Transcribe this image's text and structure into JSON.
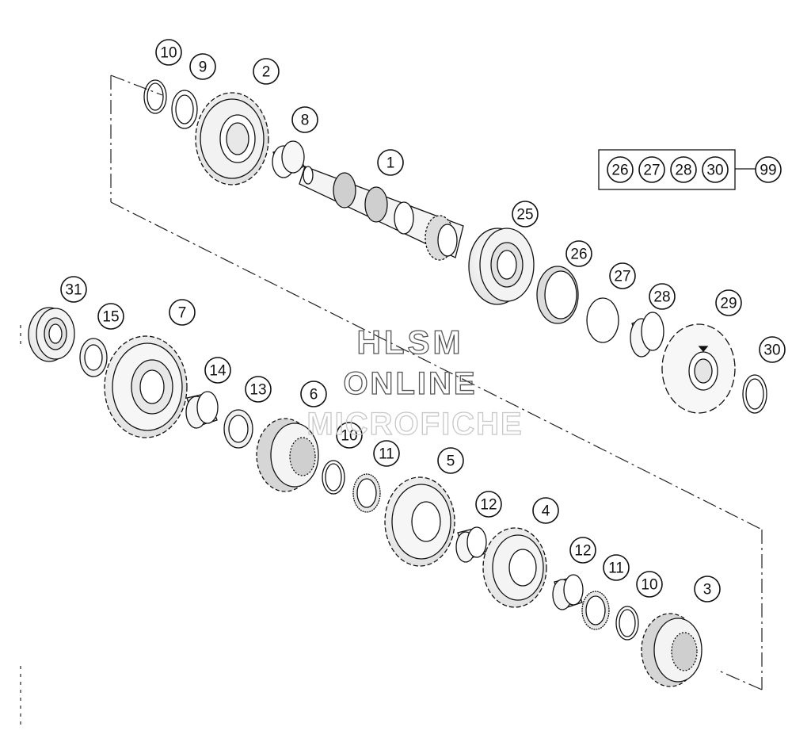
{
  "diagram": {
    "callouts": [
      "1",
      "2",
      "3",
      "4",
      "5",
      "6",
      "7",
      "8",
      "9",
      "10",
      "11",
      "12",
      "13",
      "14",
      "15",
      "25",
      "26",
      "27",
      "28",
      "29",
      "30",
      "31",
      "99"
    ],
    "kit": {
      "items": [
        "26",
        "27",
        "28",
        "30"
      ],
      "kit_number": "99"
    }
  },
  "watermark": {
    "line1": "HLSM",
    "line2": "ONLINE",
    "line3": "MICROFICHE"
  },
  "colors": {
    "line": "#111111",
    "dash": "#222222",
    "shade": "#d9d9d9",
    "watermark": "#555555"
  }
}
